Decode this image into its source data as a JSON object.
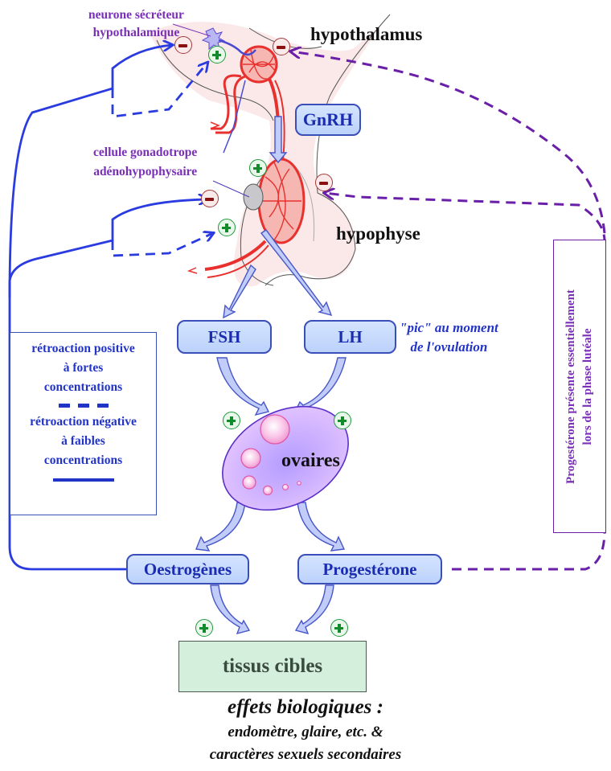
{
  "labels": {
    "neurone": [
      "neurone sécréteur",
      "hypothalamique"
    ],
    "hypothalamus": "hypothalamus",
    "gnrh": "GnRH",
    "cellule": [
      "cellule gonadotrope",
      "adénohypophysaire"
    ],
    "hypophyse": "hypophyse",
    "fsh": "FSH",
    "lh": "LH",
    "pic": [
      "\"pic\" au moment",
      "de l'ovulation"
    ],
    "ovaires": "ovaires",
    "oestrogenes": "Oestrogènes",
    "progesterone": "Progestérone",
    "tissus": "tissus cibles",
    "effets_title": "effets biologiques :",
    "effets_lines": [
      "endomètre, glaire, etc. &",
      "caractères sexuels secondaires"
    ]
  },
  "legend": {
    "positive": [
      "rétroaction positive",
      "à fortes",
      "concentrations"
    ],
    "positive_style": "dashed",
    "negative": [
      "rétroaction négative",
      "à faibles",
      "concentrations"
    ],
    "negative_style": "solid"
  },
  "progesterone_note": [
    "Progestérone présente essentiellement",
    "lors de la phase lutéale"
  ],
  "signs": [
    {
      "id": "hypothalamus-neg-estrogen",
      "type": "minus"
    },
    {
      "id": "hypothalamus-pos-estrogen",
      "type": "plus"
    },
    {
      "id": "hypothalamus-neg-progesterone",
      "type": "minus"
    },
    {
      "id": "pituitary-pos-gnrh",
      "type": "plus"
    },
    {
      "id": "pituitary-neg-estrogen",
      "type": "minus"
    },
    {
      "id": "pituitary-pos-estrogen",
      "type": "plus"
    },
    {
      "id": "pituitary-neg-progesterone",
      "type": "minus"
    },
    {
      "id": "ovary-pos-fsh",
      "type": "plus"
    },
    {
      "id": "ovary-pos-lh",
      "type": "plus"
    },
    {
      "id": "tissue-pos-estrogen",
      "type": "plus"
    },
    {
      "id": "tissue-pos-progesterone",
      "type": "plus"
    }
  ],
  "colors": {
    "estrogen_feedback": "#2234c8",
    "progesterone_feedback": "#6a1fa8",
    "hormone_box_fill": "#c6dafd",
    "target_tissue_fill": "#d4f0dc",
    "vessel_red": "#e8312e",
    "plus_green": "#138a2c",
    "minus_red": "#8c1010"
  }
}
